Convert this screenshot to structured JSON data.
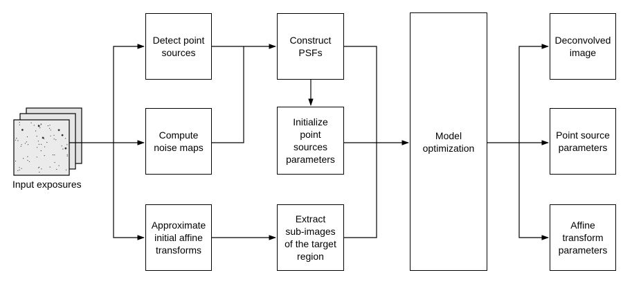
{
  "diagram": {
    "input_caption": "Input exposures",
    "nodes": {
      "detect": "Detect point\nsources",
      "noise": "Compute\nnoise maps",
      "affine": "Approximate\ninitial affine\ntransforms",
      "psf": "Construct\nPSFs",
      "init": "Initialize\npoint\nsources\nparameters",
      "extract": "Extract\nsub-images\nof the target\nregion",
      "model": "Model\noptimization",
      "deconv": "Deconvolved\nimage",
      "ps_params": "Point source\nparameters",
      "aff_params": "Affine\ntransform\nparameters"
    },
    "edges": [
      {
        "from": "input",
        "to": "detect"
      },
      {
        "from": "input",
        "to": "noise"
      },
      {
        "from": "input",
        "to": "affine"
      },
      {
        "from": "detect",
        "to": "psf"
      },
      {
        "from": "noise",
        "to": "psf"
      },
      {
        "from": "psf",
        "to": "init"
      },
      {
        "from": "affine",
        "to": "extract"
      },
      {
        "from": "psf",
        "to": "model"
      },
      {
        "from": "init",
        "to": "model"
      },
      {
        "from": "extract",
        "to": "model"
      },
      {
        "from": "model",
        "to": "deconv"
      },
      {
        "from": "model",
        "to": "ps_params"
      },
      {
        "from": "model",
        "to": "aff_params"
      }
    ]
  }
}
